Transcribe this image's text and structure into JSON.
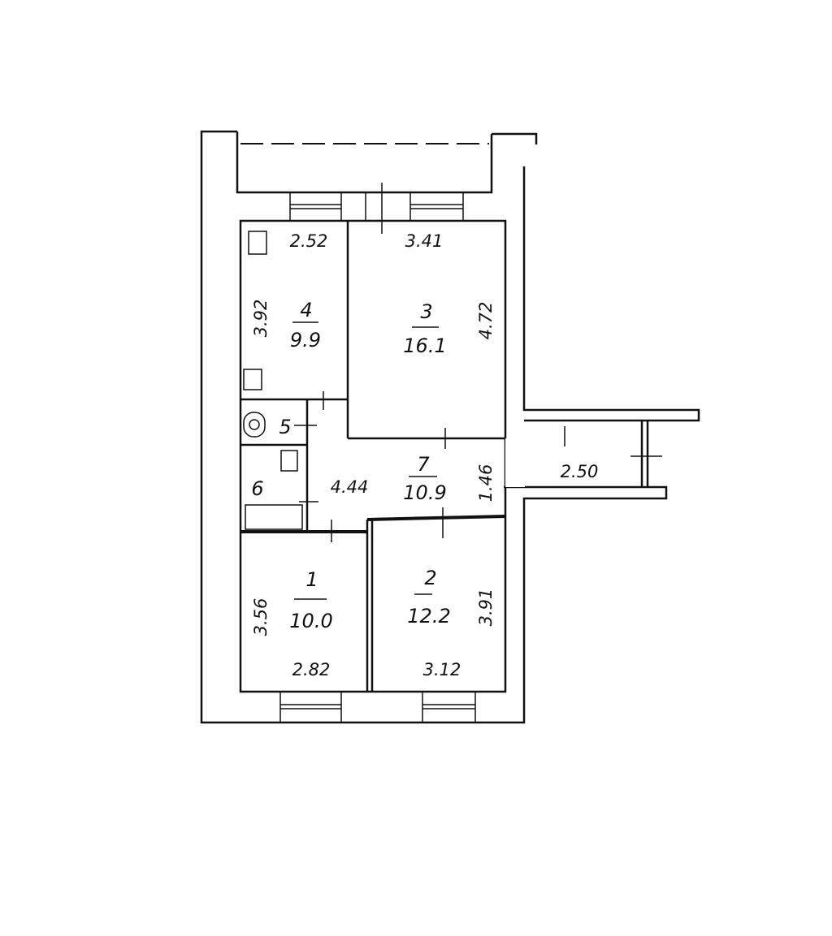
{
  "rooms": [
    {
      "number": "1",
      "area": "10.0",
      "dims": [
        "3.56",
        "2.82"
      ]
    },
    {
      "number": "2",
      "area": "12.2",
      "dims": [
        "3.91",
        "3.12"
      ]
    },
    {
      "number": "3",
      "area": "16.1",
      "dims": [
        "3.41",
        "4.72"
      ]
    },
    {
      "number": "4",
      "area": "9.9",
      "dims": [
        "2.52",
        "3.92"
      ]
    },
    {
      "number": "5"
    },
    {
      "number": "6"
    },
    {
      "number": "7",
      "area": "10.9",
      "dims": [
        "4.44",
        "1.46",
        "2.50"
      ]
    }
  ]
}
